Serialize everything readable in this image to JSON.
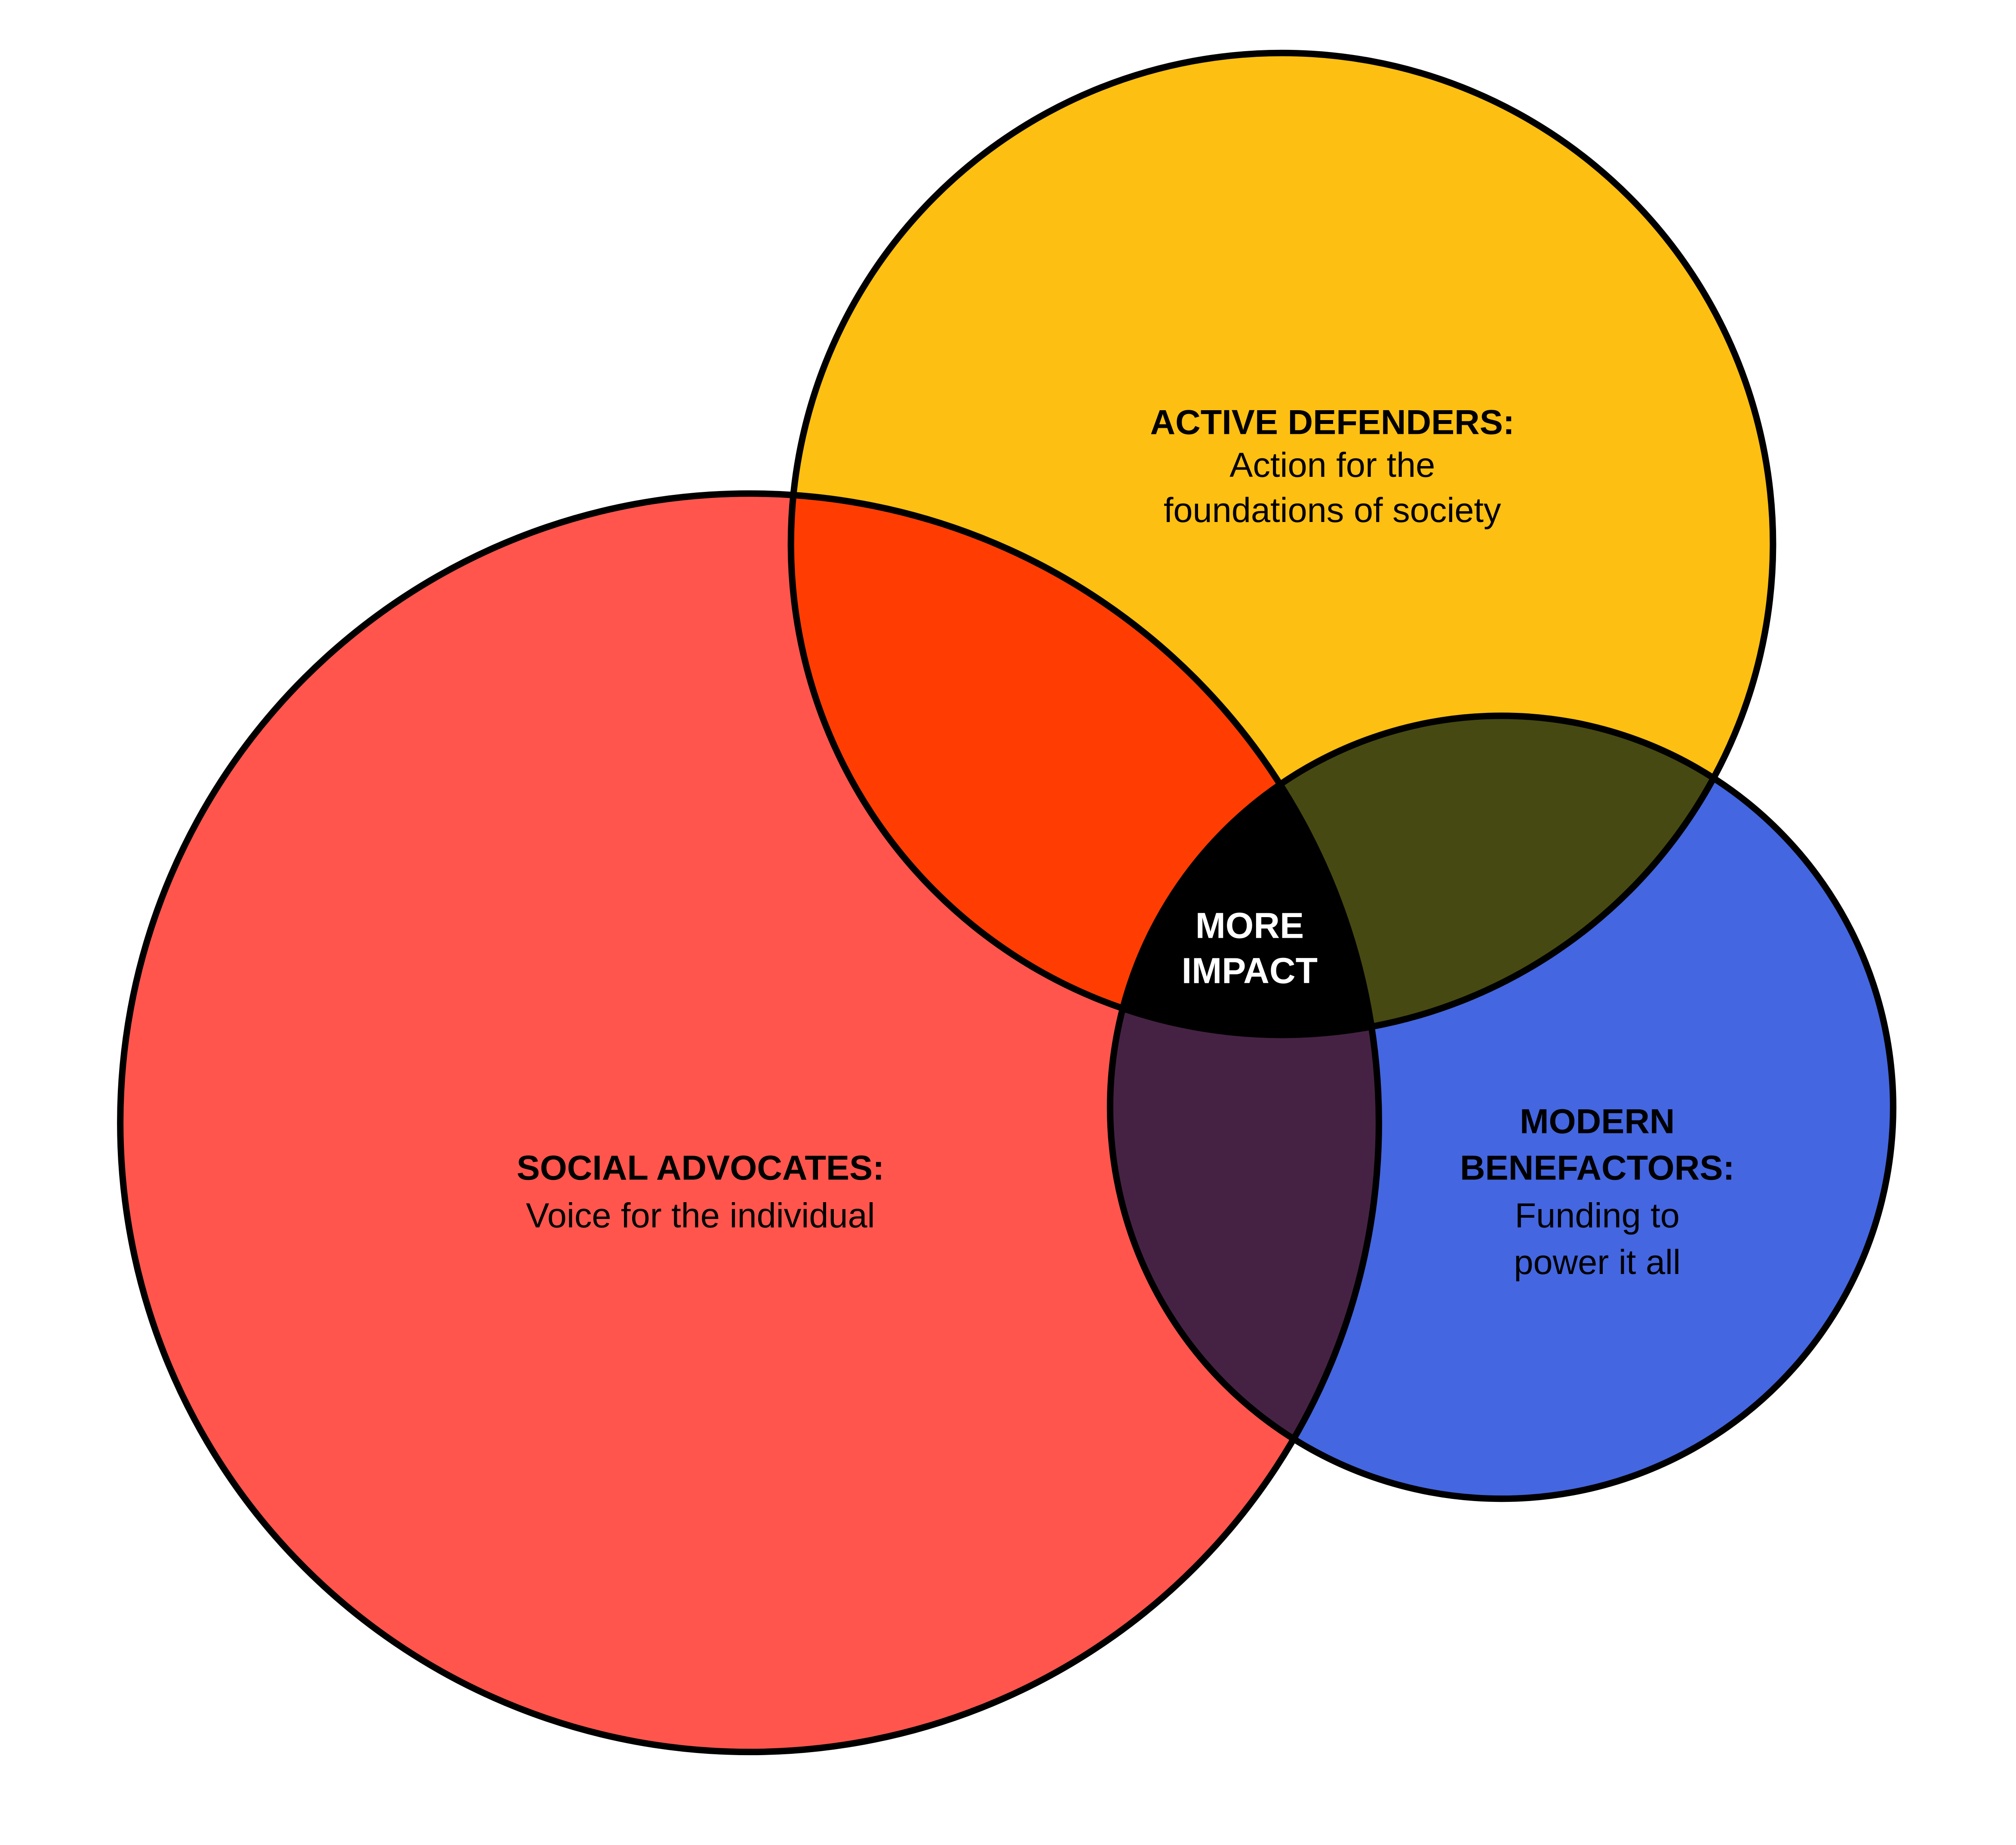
{
  "diagram": {
    "type": "venn",
    "sets": [
      {
        "id": "social",
        "title": "SOCIAL ADVOCATES:",
        "lines": [
          "Voice for the individual"
        ],
        "color": "#FF554D"
      },
      {
        "id": "active",
        "title": "ACTIVE DEFENDERS:",
        "lines": [
          "Action for the",
          "foundations of society"
        ],
        "color": "#FDBF12"
      },
      {
        "id": "modern",
        "title_lines": [
          "MODERN",
          "BENEFACTORS:"
        ],
        "lines": [
          "Funding to",
          "power it all"
        ],
        "color": "#4466E0"
      }
    ],
    "intersections": {
      "social_active": "#FF3D03",
      "active_modern": "#474912",
      "social_modern": "#452243",
      "all": "#000000"
    },
    "center_label": [
      "MORE",
      "IMPACT"
    ]
  }
}
